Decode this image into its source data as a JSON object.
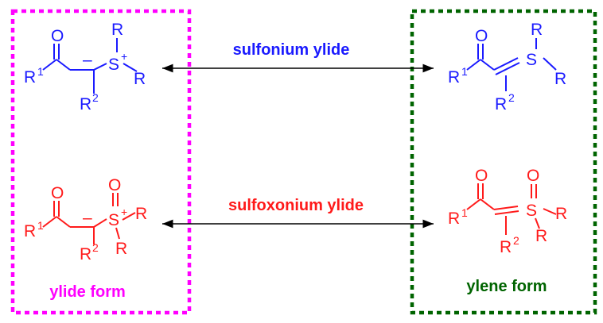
{
  "colors": {
    "sulfonium": "#1a1aff",
    "sulfoxonium": "#ff1a1a",
    "ylide_box": "#ff00ff",
    "ylene_box": "#006400",
    "arrow": "#000000"
  },
  "arrow_labels": {
    "sulfonium": "sulfonium ylide",
    "sulfoxonium": "sulfoxonium ylide"
  },
  "box_labels": {
    "ylide": "ylide form",
    "ylene": "ylene form"
  },
  "atoms": {
    "O": "O",
    "S": "S",
    "R": "R",
    "R1": "R",
    "R2": "R",
    "sup1": "1",
    "sup2": "2",
    "plus": "+",
    "minus": "–"
  }
}
